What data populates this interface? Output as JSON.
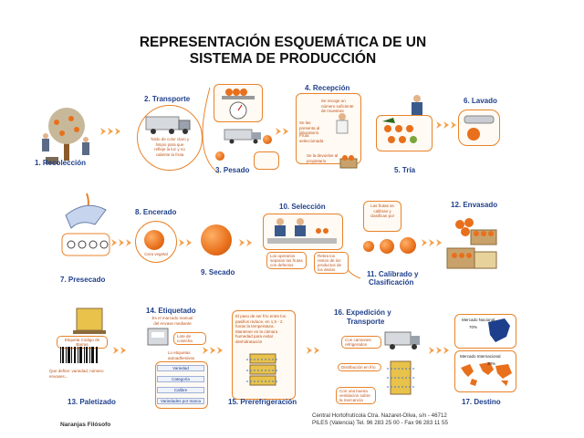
{
  "title": {
    "line1": "REPRESENTACIÓN ESQUEMÁTICA DE UN",
    "line2": "SISTEMA DE PRODUCCIÓN"
  },
  "steps": {
    "s1": "1. Recolección",
    "s2": "2. Transporte",
    "s3": "3. Pesado",
    "s4": "4. Recepción",
    "s5": "5. Tría",
    "s6": "6. Lavado",
    "s7": "7. Presecado",
    "s8": "8. Encerado",
    "s9": "9. Secado",
    "s10": "10. Selección",
    "s11a": "11. Calibrado y",
    "s11b": "Clasificación",
    "s12": "12. Envasado",
    "s13": "13. Paletizado",
    "s14": "14. Etiquetado",
    "s15": "15. Prerefrigeración",
    "s16a": "16. Expedición y",
    "s16b": "Transporte",
    "s17": "17. Destino"
  },
  "notes": {
    "transporte": "Toldo de color claro y limpio para que refleje la luz y no caliente la fruta",
    "recepcion1": "Se recoge un número suficiente de muestras",
    "recepcion2": "Se las presenta al laboratorio",
    "recepcion3": "Fruta seleccionada",
    "recepcion4": "Se la devuelve al propietario",
    "encerado": "Cera vegetal",
    "calibrado": "Las frutas se calibran y clasifican por",
    "seleccion1": "Los operarios separan las frutas con defectos",
    "seleccion2": "Retira los restos de los productos de los dedos",
    "etiquetado1": "Es el marcado manual del envase mediante",
    "etiquetado2": "Lo etiquetas autoadhesivas",
    "etiquetado3": "Lote de cosecha",
    "prerefrigeracion": "El paso de ser frío entre los pasillos reduce, en 1,5 - 2 horas la temperatura. Mantener en la cámara humedad para evitar deshidratación",
    "paletizado": "Etiqueta Código de Barras",
    "paletizado2": "Que define: variedad, número envases...",
    "expedicion1": "Con camiones refrigerados",
    "expedicion2": "Distribución en frío",
    "expedicion3": "Con una buena ventilación sobre la mercancía"
  },
  "etiqueta_items": [
    "Variedad",
    "Categoría",
    "Calibre",
    "Variedades por marca"
  ],
  "destino": {
    "national_label": "Mercado Nacional",
    "national_pct": "70%",
    "international_label": "Mercado Internacional",
    "international_pct": "30%"
  },
  "footer": {
    "left": "Naranjas Filósofo",
    "right1": "Central Hortofrutícola Ctra. Nazaret-Oliva, s/n - 46712",
    "right2": "PILES (Valencia) Tel. 96 283 25 00 - Fax 96 283 11 55"
  },
  "colors": {
    "accent": "#e8832a",
    "label": "#1e3f8c",
    "orange": "#e8701c"
  }
}
